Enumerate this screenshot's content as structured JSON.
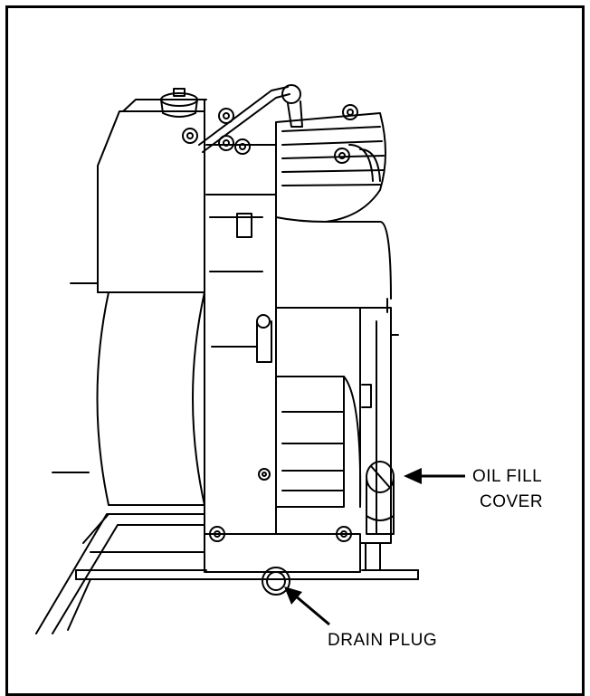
{
  "diagram": {
    "labels": {
      "oil_fill_line1": "OIL FILL",
      "oil_fill_line2": "COVER",
      "drain_plug": "DRAIN PLUG"
    }
  }
}
